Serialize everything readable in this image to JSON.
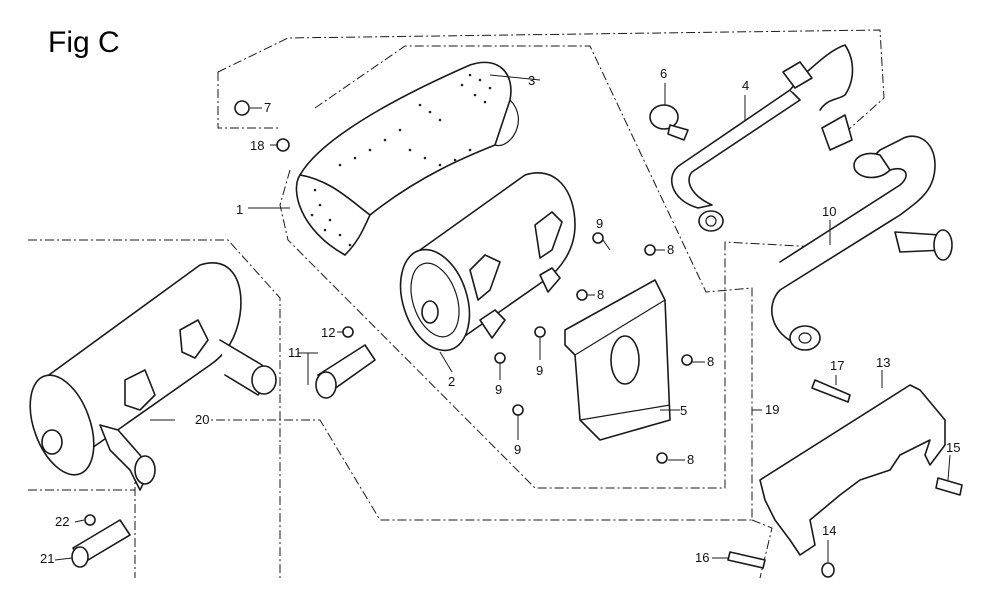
{
  "figure_title": "Fig C",
  "callouts": [
    {
      "id": "c1",
      "text": "1"
    },
    {
      "id": "c2",
      "text": "2"
    },
    {
      "id": "c3",
      "text": "3"
    },
    {
      "id": "c4",
      "text": "4"
    },
    {
      "id": "c5",
      "text": "5"
    },
    {
      "id": "c6",
      "text": "6"
    },
    {
      "id": "c7",
      "text": "7"
    },
    {
      "id": "c8a",
      "text": "8"
    },
    {
      "id": "c8b",
      "text": "8"
    },
    {
      "id": "c8c",
      "text": "8"
    },
    {
      "id": "c8d",
      "text": "8"
    },
    {
      "id": "c9a",
      "text": "9"
    },
    {
      "id": "c9b",
      "text": "9"
    },
    {
      "id": "c9c",
      "text": "9"
    },
    {
      "id": "c9d",
      "text": "9"
    },
    {
      "id": "c10",
      "text": "10"
    },
    {
      "id": "c11",
      "text": "11"
    },
    {
      "id": "c12",
      "text": "12"
    },
    {
      "id": "c13",
      "text": "13"
    },
    {
      "id": "c14",
      "text": "14"
    },
    {
      "id": "c15",
      "text": "15"
    },
    {
      "id": "c16",
      "text": "16"
    },
    {
      "id": "c17",
      "text": "17"
    },
    {
      "id": "c18",
      "text": "18"
    },
    {
      "id": "c19",
      "text": "19"
    },
    {
      "id": "c20",
      "text": "20"
    },
    {
      "id": "c21",
      "text": "21"
    },
    {
      "id": "c22",
      "text": "22"
    }
  ]
}
